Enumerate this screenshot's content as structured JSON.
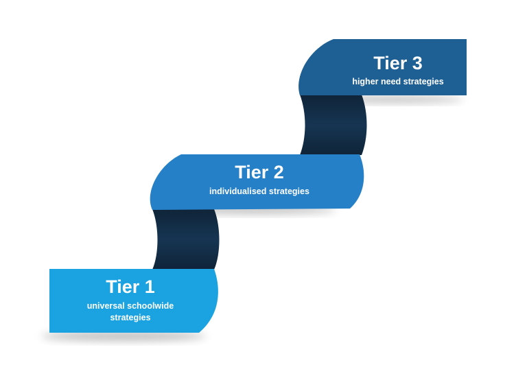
{
  "tiers": [
    {
      "title": "Tier 1",
      "subtitle_lines": [
        "universal schoolwide",
        "strategies"
      ],
      "color": "#1aa3e0"
    },
    {
      "title": "Tier 2",
      "subtitle_lines": [
        "individualised strategies"
      ],
      "color": "#2580c8"
    },
    {
      "title": "Tier 3",
      "subtitle_lines": [
        "higher need strategies"
      ],
      "color": "#1e5f94"
    }
  ],
  "colors": {
    "fold_dark": "#132f47",
    "shadow": "#8a8a8a"
  }
}
